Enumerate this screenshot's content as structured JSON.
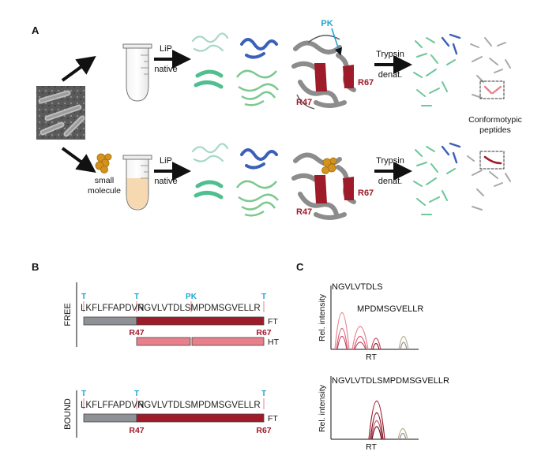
{
  "panels": {
    "a": "A",
    "b": "B",
    "c": "C"
  },
  "panel_a": {
    "step1": {
      "line1": "LiP",
      "line2": "native"
    },
    "step1b": {
      "line1": "LiP",
      "line2": "native"
    },
    "step2": {
      "line1": "Trypsin",
      "line2": "denat."
    },
    "step2b": {
      "line1": "Trypsin",
      "line2": "denat."
    },
    "small_molecule": {
      "line1": "small",
      "line2": "molecule"
    },
    "protease": "PK",
    "residue_a": "R47",
    "residue_b": "R67",
    "residue_a2": "R47",
    "residue_b2": "R67",
    "conformotypic": {
      "line1": "Conformotypic",
      "line2": "peptides"
    }
  },
  "panel_b": {
    "free_label": "FREE",
    "bound_label": "BOUND",
    "seq_prefix": "LKFLFFAPDVR",
    "seq_suffix": "NGVLVTDLSMPDMSGVELLR",
    "seq_prefix2": "LKFLFFAPDVR",
    "seq_suffix2": "NGVLVTDLSMPDMSGVELLR",
    "tryptic_mark": "T",
    "pk_mark": "PK",
    "ft": "FT",
    "ht": "HT",
    "ft2": "FT",
    "r47": "R47",
    "r67": "R67",
    "r47b": "R47",
    "r67b": "R67",
    "colors": {
      "grey_bar": "#8e9296",
      "ft_bar": "#9e1b2a",
      "ht_bar": "#e8808c"
    }
  },
  "panel_c": {
    "top_peptide1": "NGVLVTDLS",
    "top_peptide2": "MPDMSGVELLR",
    "bottom_peptide": "NGVLVTDLSMPDMSGVELLR",
    "ylabel": "Rel. intensity",
    "xlabel": "RT",
    "ylabel2": "Rel. intensity",
    "xlabel2": "RT"
  }
}
